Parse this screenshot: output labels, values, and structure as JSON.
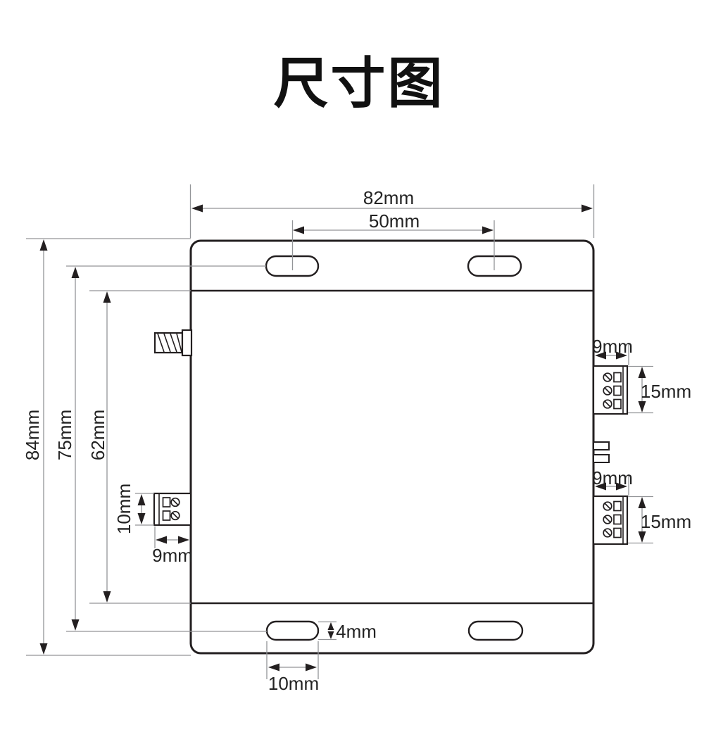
{
  "title": "尺寸图",
  "colors": {
    "outline": "#231f20",
    "dimension_line": "#939598",
    "arrow": "#231f20",
    "text": "#232323",
    "background": "#ffffff"
  },
  "dimensions": {
    "overall_width": "82mm",
    "slot_spacing": "50mm",
    "overall_height": "84mm",
    "slot_center_height": "75mm",
    "body_height": "62mm",
    "power_connector_height": "10mm",
    "power_connector_depth": "9mm",
    "top_terminal_depth": "9mm",
    "top_terminal_height": "15mm",
    "bottom_terminal_depth": "9mm",
    "bottom_terminal_height": "15mm",
    "mount_slot_height": "4mm",
    "mount_slot_width": "10mm"
  }
}
